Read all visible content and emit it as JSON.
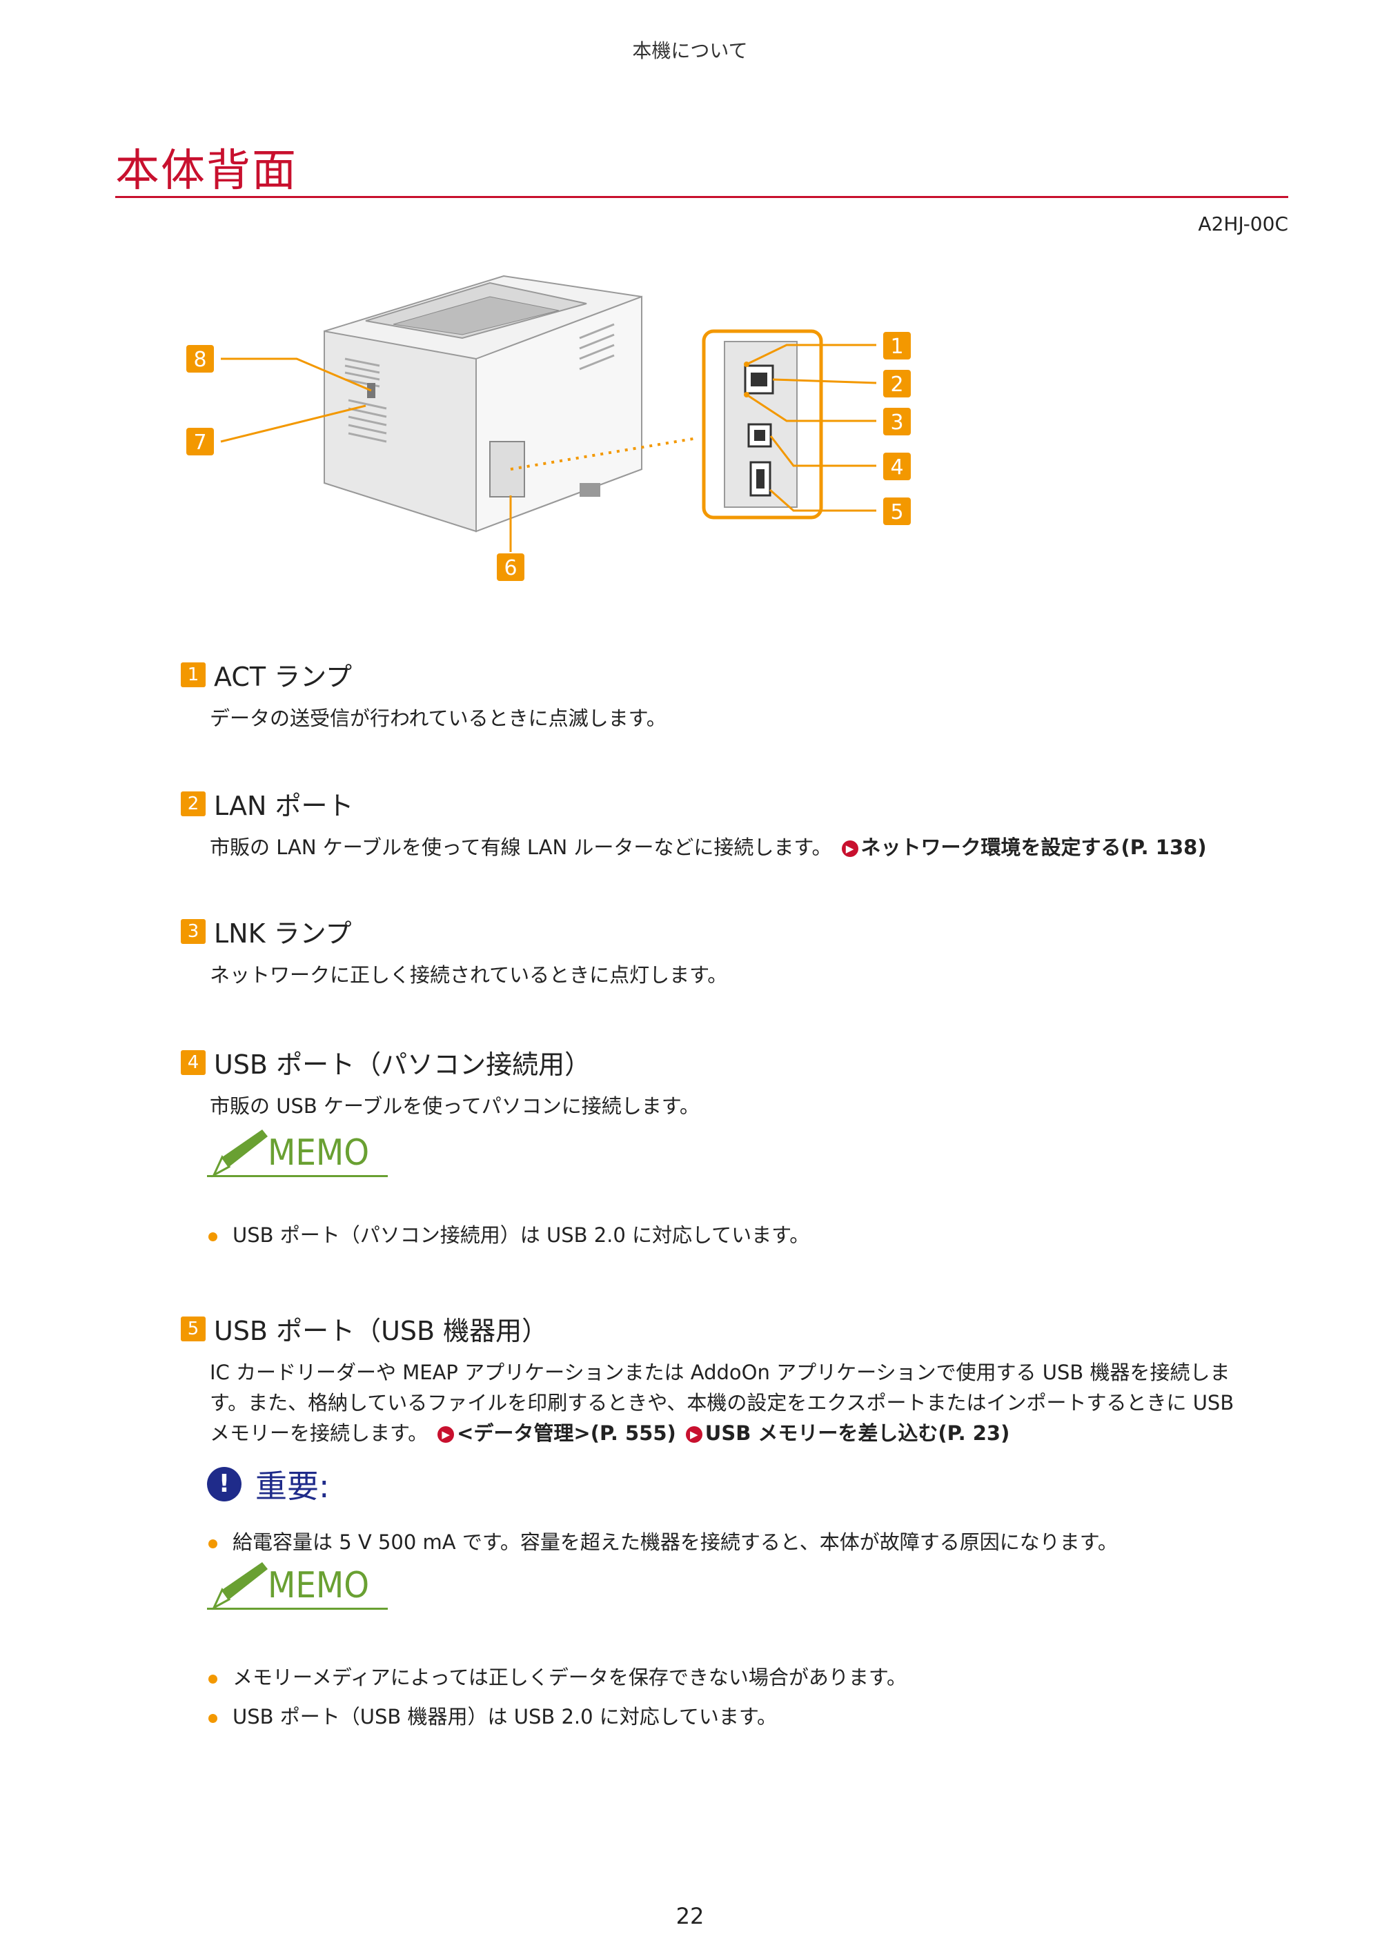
{
  "header": {
    "chapter": "本機について",
    "title": "本体背面",
    "doc_code": "A2HJ-00C"
  },
  "figure": {
    "callouts": [
      "1",
      "2",
      "3",
      "4",
      "5",
      "6",
      "7",
      "8"
    ]
  },
  "sections": [
    {
      "num": "1",
      "heading": "ACT ランプ",
      "body": "データの送受信が行われているときに点滅します。"
    },
    {
      "num": "2",
      "heading": "LAN ポート",
      "body": "市販の LAN ケーブルを使って有線 LAN ルーターなどに接続します。",
      "link": "ネットワーク環境を設定する(P. 138)"
    },
    {
      "num": "3",
      "heading": "LNK ランプ",
      "body": "ネットワークに正しく接続されているときに点灯します。"
    },
    {
      "num": "4",
      "heading": "USB ポート（パソコン接続用）",
      "body": "市販の USB ケーブルを使ってパソコンに接続します。"
    },
    {
      "num": "5",
      "heading": "USB ポート（USB 機器用）",
      "body1": "IC カードリーダーや MEAP アプリケーションまたは AddoOn アプリケーションで使用する USB 機器を接続しま",
      "body2": "す。また、格納しているファイルを印刷するときや、本機の設定をエクスポートまたはインポートするときに USB",
      "body3": "メモリーを接続します。",
      "link1": "<データ管理>(P. 555)",
      "link2": "USB メモリーを差し込む(P. 23)"
    }
  ],
  "memo_label": "MEMO",
  "important_label": "重要:",
  "memo1": [
    "USB ポート（パソコン接続用）は USB 2.0 に対応しています。"
  ],
  "important": [
    "給電容量は 5 V 500 mA です。容量を超えた機器を接続すると、本体が故障する原因になります。"
  ],
  "memo2": [
    "メモリーメディアによっては正しくデータを保存できない場合があります。",
    "USB ポート（USB 機器用）は USB 2.0 に対応しています。"
  ],
  "page_number": "22"
}
